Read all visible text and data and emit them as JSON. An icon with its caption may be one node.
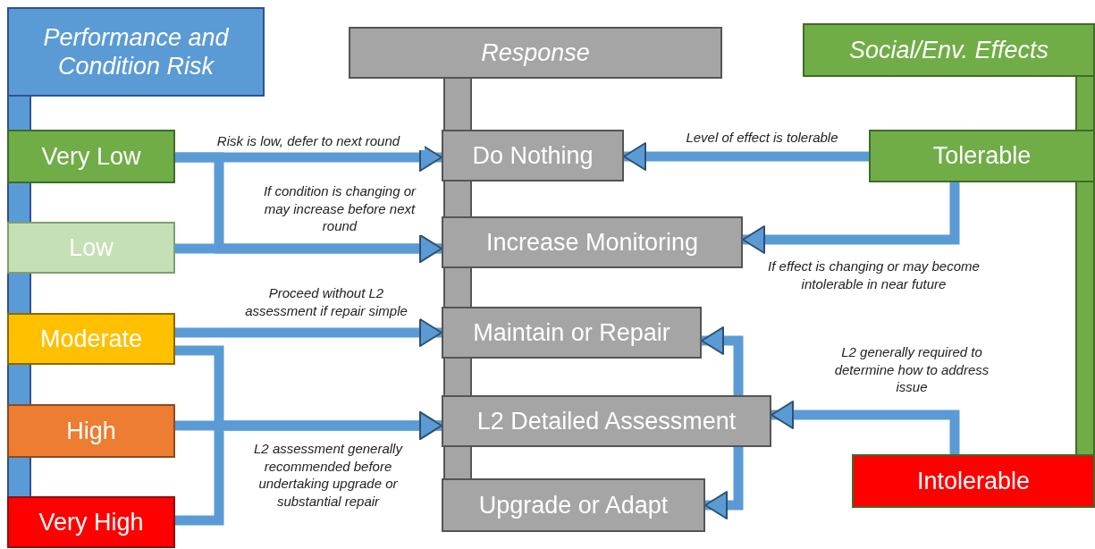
{
  "diagram": {
    "nodes": [
      {
        "text": [
          "Performance and Condition Risk"
        ]
      },
      {
        "text": [
          "Very Low"
        ]
      },
      {
        "text": [
          "Low"
        ]
      },
      {
        "text": [
          "Moderate"
        ]
      },
      {
        "text": [
          "High"
        ]
      },
      {
        "text": [
          "Very High"
        ]
      },
      {
        "text": [
          "Response"
        ]
      },
      {
        "text": [
          "Do Nothing"
        ]
      },
      {
        "text": [
          "Increase Monitoring"
        ]
      },
      {
        "text": [
          "Maintain or Repair"
        ]
      },
      {
        "text": [
          "L2 Detailed Assessment"
        ]
      },
      {
        "text": [
          "Upgrade or Adapt"
        ]
      },
      {
        "text": [
          "Social/Env. Effects"
        ]
      },
      {
        "text": [
          "Tolerable"
        ]
      },
      {
        "text": [
          "Intolerable"
        ]
      },
      {
        "text": [],
        "shape": "bar"
      },
      {
        "text": [],
        "shape": "bar"
      },
      {
        "text": [],
        "shape": "bar"
      },
      {
        "text": [],
        "shape": "bar"
      },
      {
        "text": [],
        "shape": "bar"
      },
      {
        "text": [],
        "shape": "bar"
      },
      {
        "text": [],
        "shape": "bar"
      },
      {
        "text": [],
        "shape": "bar"
      },
      {
        "text": [],
        "shape": "bar"
      },
      {
        "text": [],
        "shape": "bar"
      },
      {
        "text": [],
        "shape": "bar"
      },
      {
        "text": [],
        "shape": "bar"
      }
    ],
    "edges": [
      {
        "from": 1,
        "to": 7,
        "arrow": "to",
        "label": "Risk is low, defer to next round"
      },
      {
        "from": 2,
        "to": 8,
        "arrow": "to",
        "label": "If condition is changing or may increase before next round"
      },
      {
        "from": 1,
        "to": 8,
        "arrow": "to"
      },
      {
        "from": 3,
        "to": 9,
        "arrow": "to",
        "label": "Proceed without L2 assessment if repair simple"
      },
      {
        "from": 4,
        "to": 10,
        "arrow": "to",
        "label": "L2 assessment generally recommended before undertaking upgrade or substantial repair"
      },
      {
        "from": 3,
        "to": 10,
        "arrow": "to"
      },
      {
        "from": 5,
        "to": 10,
        "arrow": "to"
      },
      {
        "from": 13,
        "to": 7,
        "arrow": "to",
        "label": "Level of effect is tolerable"
      },
      {
        "from": 13,
        "to": 8,
        "arrow": "to",
        "label": "If effect is changing or may become intolerable in near future"
      },
      {
        "from": 14,
        "to": 10,
        "arrow": "to",
        "label": "L2 generally required to determine how to address issue"
      },
      {
        "from": 10,
        "to": 9,
        "arrow": "to"
      },
      {
        "from": 10,
        "to": 11,
        "arrow": "to"
      }
    ]
  }
}
